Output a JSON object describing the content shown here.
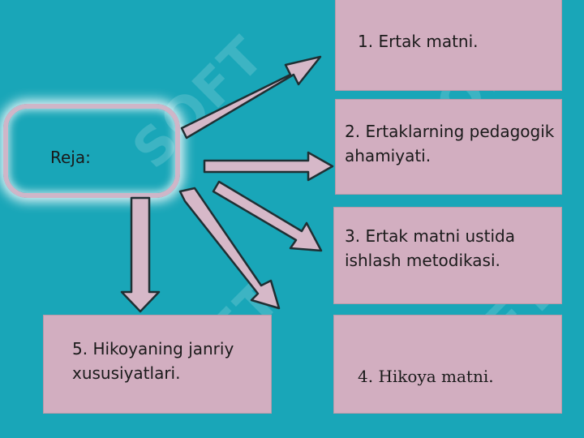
{
  "center": {
    "label": "Reja:"
  },
  "items": [
    {
      "text": "1. Ertak matni."
    },
    {
      "text": "2. Ertaklarning pedagogik ahamiyati."
    },
    {
      "text": "3. Ertak matni ustida ishlash metodikasi."
    },
    {
      "text": "4. Hikoya matni."
    },
    {
      "text": "5. Hikoyaning janriy xususiyatlari."
    }
  ],
  "watermark": "SOFT",
  "colors": {
    "background": "#19a6b8",
    "box_fill": "#d2aec0",
    "arrow_fill": "#d6b8c8",
    "text": "#1a1a1a"
  }
}
